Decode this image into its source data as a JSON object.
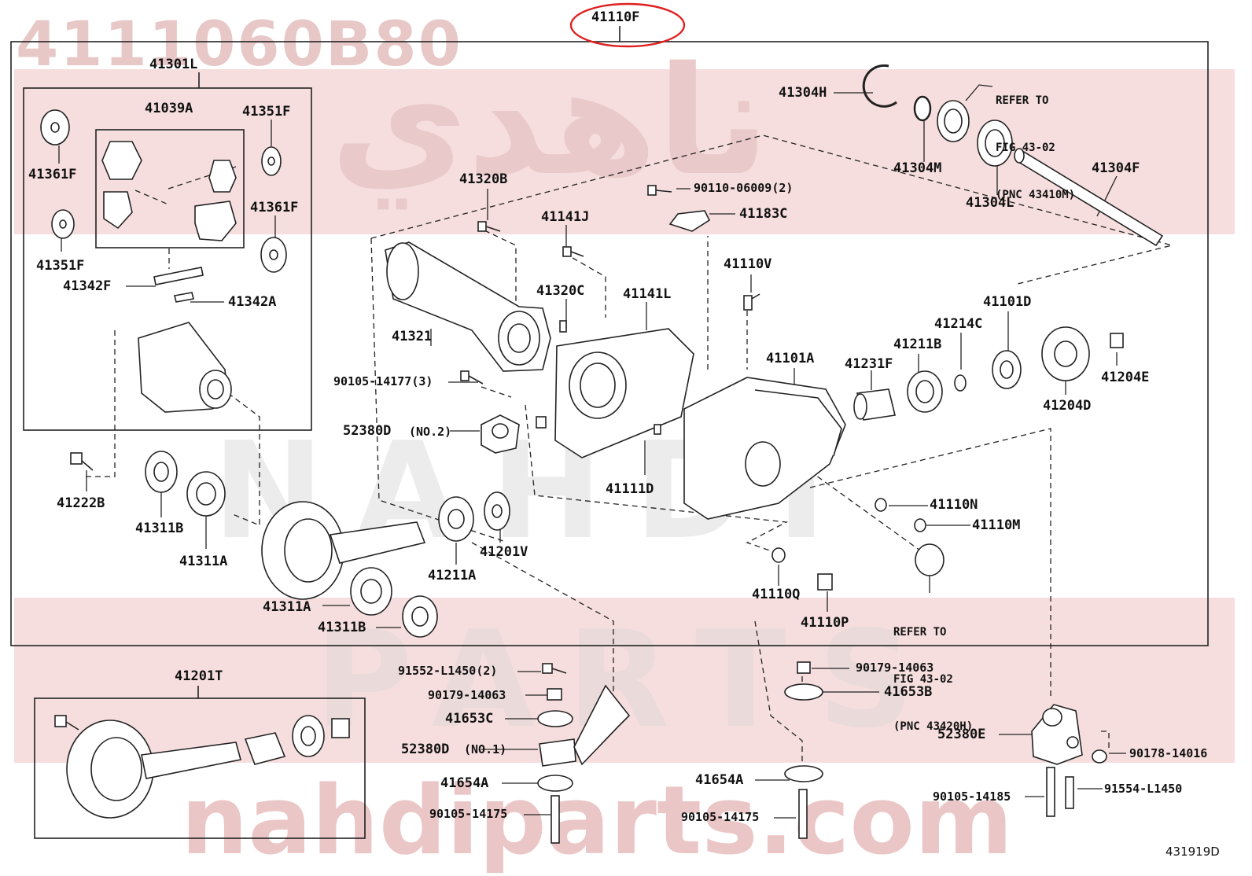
{
  "part_number_header": "4111060B80",
  "catalog_code": "431919D",
  "watermark": {
    "arabic": "ناهدي",
    "site": "nahdiparts.com",
    "word1": "NAHDI",
    "word2": "PARTS"
  },
  "highlight_color": "#e02020",
  "refer_note_1": {
    "l1": "REFER TO",
    "l2": "FIG 43-02",
    "l3": "(PNC 43410M)"
  },
  "refer_note_2": {
    "l1": "REFER TO",
    "l2": "FIG 43-02",
    "l3": "(PNC 43420H)"
  },
  "labels": {
    "p41110F": "41110F",
    "p41301L": "41301L",
    "p41039A": "41039A",
    "p41351F_a": "41351F",
    "p41361F_a": "41361F",
    "p41361F_b": "41361F",
    "p41351F_b": "41351F",
    "p41342F": "41342F",
    "p41342A": "41342A",
    "p41222B": "41222B",
    "p41311B": "41311B",
    "p41311A_a": "41311A",
    "p41311A_b": "41311A",
    "p41311B_b": "41311B",
    "p41320B": "41320B",
    "p41321": "41321",
    "p90105_14177": "90105-14177(3)",
    "p52380D_2": "52380D",
    "p52380D_2_q": "(NO.2)",
    "p41211A": "41211A",
    "p41201V": "41201V",
    "p41141J": "41141J",
    "p41320C": "41320C",
    "p41141L": "41141L",
    "p41111D": "41111D",
    "p90110": "90110-06009(2)",
    "p41183C": "41183C",
    "p41110V": "41110V",
    "p41101A": "41101A",
    "p41231F": "41231F",
    "p41211B": "41211B",
    "p41214C": "41214C",
    "p41101D": "41101D",
    "p41204E": "41204E",
    "p41204D": "41204D",
    "p41304H": "41304H",
    "p41304M": "41304M",
    "p41304L": "41304L",
    "p41304F": "41304F",
    "p41110N": "41110N",
    "p41110M": "41110M",
    "p41110Q": "41110Q",
    "p41110P": "41110P",
    "p41201T": "41201T",
    "p91552": "91552-L1450(2)",
    "p90179_a": "90179-14063",
    "p41653C": "41653C",
    "p52380D_1": "52380D",
    "p52380D_1_q": "(NO.1)",
    "p41654A_a": "41654A",
    "p90105_14175_a": "90105-14175",
    "p90179_b": "90179-14063",
    "p41653B": "41653B",
    "p41654A_b": "41654A",
    "p90105_14175_b": "90105-14175",
    "p52380E": "52380E",
    "p90178": "90178-14016",
    "p90105_14185": "90105-14185",
    "p91554": "91554-L1450"
  }
}
